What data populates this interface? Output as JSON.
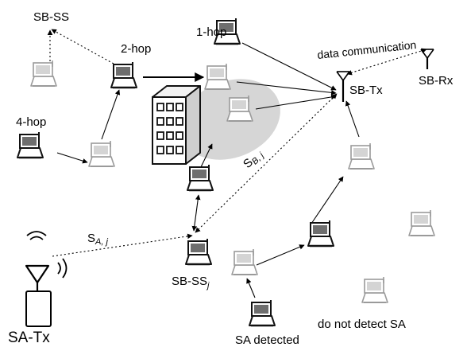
{
  "labels": {
    "sb_ss": "SB-SS",
    "two_hop": "2-hop",
    "one_hop": "1-hop",
    "four_hop": "4-hop",
    "data_comm": "data communication",
    "sb_tx": "SB-Tx",
    "sb_rx": "SB-Rx",
    "sa_tx": "SA-Tx",
    "sa_detected": "SA detected",
    "do_not_detect": "do not detect SA",
    "s_b": "S",
    "s_b_sub": "B, j",
    "s_a": "S",
    "s_a_sub": "A, j",
    "sb_ssj": "SB-SS",
    "sb_ssj_sub": "j"
  },
  "colors": {
    "dark_laptop": "#2a2a2a",
    "dark_screen": "#6e6e6e",
    "light_laptop": "#9a9a9a",
    "light_screen": "#d4d4d4",
    "shadow_region": "#d6d6d6",
    "building": "#ffffff"
  },
  "icons": {
    "laptop": "laptop-icon",
    "antenna": "antenna-icon",
    "building": "building-icon",
    "transmitter": "transmitter-icon",
    "radio_waves": "radio-waves-icon"
  }
}
